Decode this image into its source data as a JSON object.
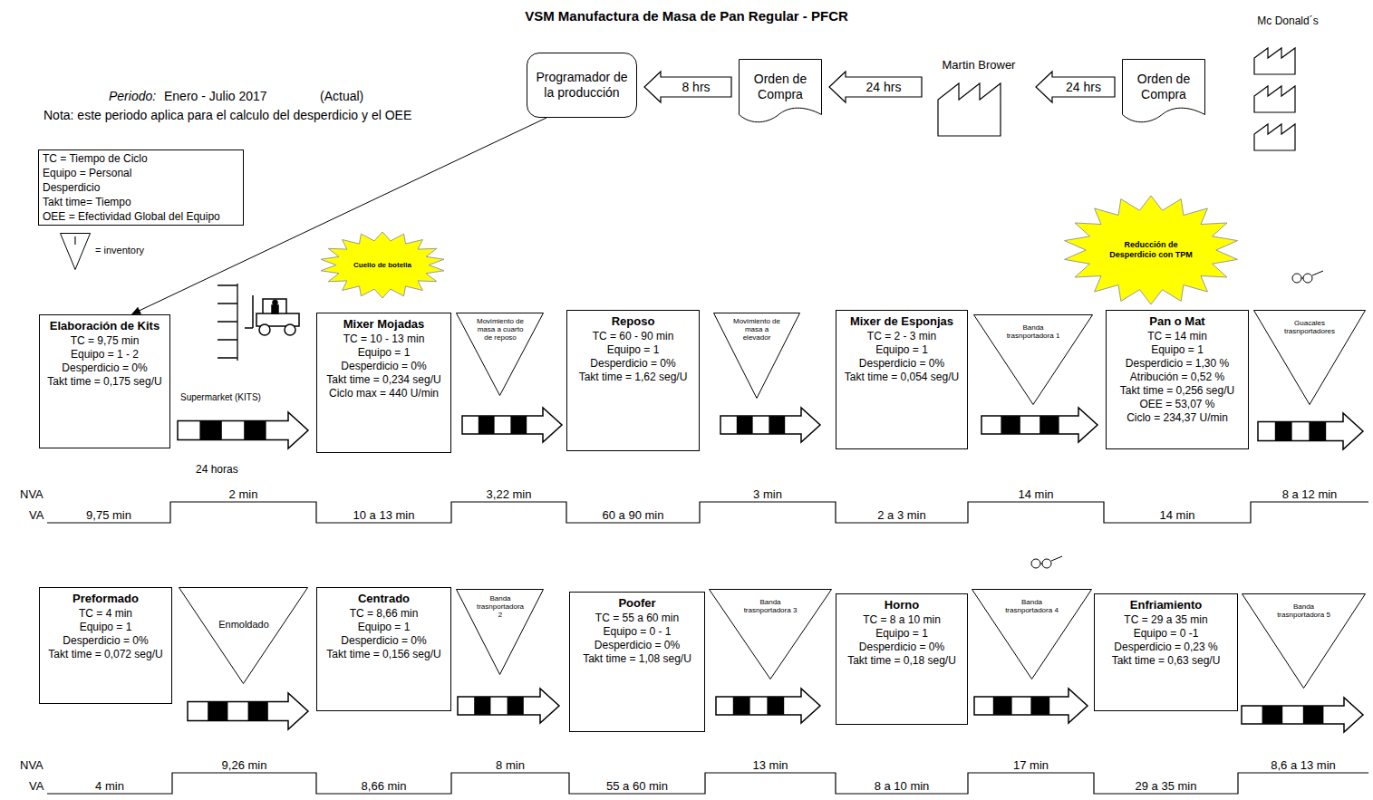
{
  "diagram": {
    "title": "VSM Manufactura de Masa de Pan Regular - PFCR",
    "nodes": [
      {
        "text": [
          "Programador de la producción"
        ]
      },
      {
        "text": [
          "Orden de Compra"
        ]
      },
      {
        "text": [
          "Martin Brower"
        ]
      },
      {
        "text": [
          "Orden de Compra"
        ]
      },
      {
        "text": [
          "Mc Donald´s"
        ]
      },
      {
        "text": [
          "TC = Tiempo de Ciclo",
          "Equipo = Personal",
          "Desperdicio",
          "Takt time= Tiempo",
          "OEE = Efectividad Global del Equipo"
        ]
      },
      {
        "text": [
          "I"
        ]
      },
      {
        "text": [
          "Cuello de botella"
        ]
      },
      {
        "text": [
          "Reducción de Desperdicio con TPM"
        ]
      },
      {
        "text": [
          "Elaboración de Kits",
          "TC = 9,75 min",
          "Equipo = 1 - 2",
          "Desperdicio = 0%",
          "Takt time = 0,175 seg/U"
        ]
      },
      {
        "text": [
          "Mixer Mojadas",
          "TC = 10 - 13 min",
          "Equipo = 1",
          "Desperdicio = 0%",
          "Takt time = 0,234 seg/U",
          "Ciclo max = 440 U/min"
        ]
      },
      {
        "text": [
          "Movimiento de masa a cuarto de reposo"
        ]
      },
      {
        "text": [
          "Reposo",
          "TC = 60 - 90 min",
          "Equipo = 1",
          "Desperdicio = 0%",
          "Takt time = 1,62 seg/U"
        ]
      },
      {
        "text": [
          "Movimiento de masa a elevador"
        ]
      },
      {
        "text": [
          "Mixer de Esponjas",
          "TC = 2 - 3 min",
          "Equipo = 1",
          "Desperdicio = 0%",
          "Takt time = 0,054 seg/U"
        ]
      },
      {
        "text": [
          "Banda trasnportadora 1"
        ]
      },
      {
        "text": [
          "Pan o Mat",
          "TC = 14 min",
          "Equipo = 1",
          "Desperdicio = 1,30 %",
          "Atribución = 0,52 %",
          "Takt time = 0,256 seg/U",
          "OEE = 53,07 %",
          "Ciclo = 234,37 U/min"
        ]
      },
      {
        "text": [
          "Guacales trasnportadores"
        ]
      },
      {
        "text": [
          "Preformado",
          "TC = 4 min",
          "Equipo = 1",
          "Desperdicio = 0%",
          "Takt time = 0,072 seg/U"
        ]
      },
      {
        "text": [
          "Enmoldado"
        ]
      },
      {
        "text": [
          "Centrado",
          "TC = 8,66 min",
          "Equipo = 1",
          "Desperdicio = 0%",
          "Takt time = 0,156 seg/U"
        ]
      },
      {
        "text": [
          "Banda trasnportadora 2"
        ]
      },
      {
        "text": [
          "Poofer",
          "TC = 55 a 60 min",
          "Equipo = 0 - 1",
          "Desperdicio = 0%",
          "Takt time = 1,08 seg/U"
        ]
      },
      {
        "text": [
          "Banda trasnportadora 3"
        ]
      },
      {
        "text": [
          "Horno",
          "TC = 8 a 10 min",
          "Equipo = 1",
          "Desperdicio = 0%",
          "Takt time = 0,18 seg/U"
        ]
      },
      {
        "text": [
          "Banda trasnportadora 4"
        ]
      },
      {
        "text": [
          "Enfriamiento",
          "TC = 29 a 35 min",
          "Equipo = 0 -1",
          "Desperdicio = 0,23 %",
          "Takt time = 0,63 seg/U"
        ]
      },
      {
        "text": [
          "Banda trasnportadora 5"
        ]
      }
    ],
    "edges": [
      {
        "from": 3,
        "to": 2,
        "arrow": "to",
        "label": "24 hrs"
      },
      {
        "from": 2,
        "to": 1,
        "arrow": "to",
        "label": "24 hrs"
      },
      {
        "from": 1,
        "to": 0,
        "arrow": "to",
        "label": "8 hrs"
      },
      {
        "from": 0,
        "to": 9,
        "arrow": "to"
      }
    ],
    "labels": [
      "Periodo:",
      "Enero - Julio 2017",
      "(Actual)",
      "Nota: este periodo aplica para el calculo del desperdicio y el OEE",
      "= inventory",
      "Supermarket (KITS)",
      "24 horas",
      "NVA",
      "VA",
      "9,75 min",
      "2 min",
      "10 a 13 min",
      "3,22 min",
      "60 a 90 min",
      "3 min",
      "2 a 3 min",
      "14 min",
      "14 min",
      "8 a 12 min",
      "NVA",
      "VA",
      "4 min",
      "9,26 min",
      "8,66 min",
      "8 min",
      "55 a 60 min",
      "13 min",
      "8 a 10 min",
      "17 min",
      "29 a 35 min",
      "8,6 a 13 min"
    ]
  }
}
